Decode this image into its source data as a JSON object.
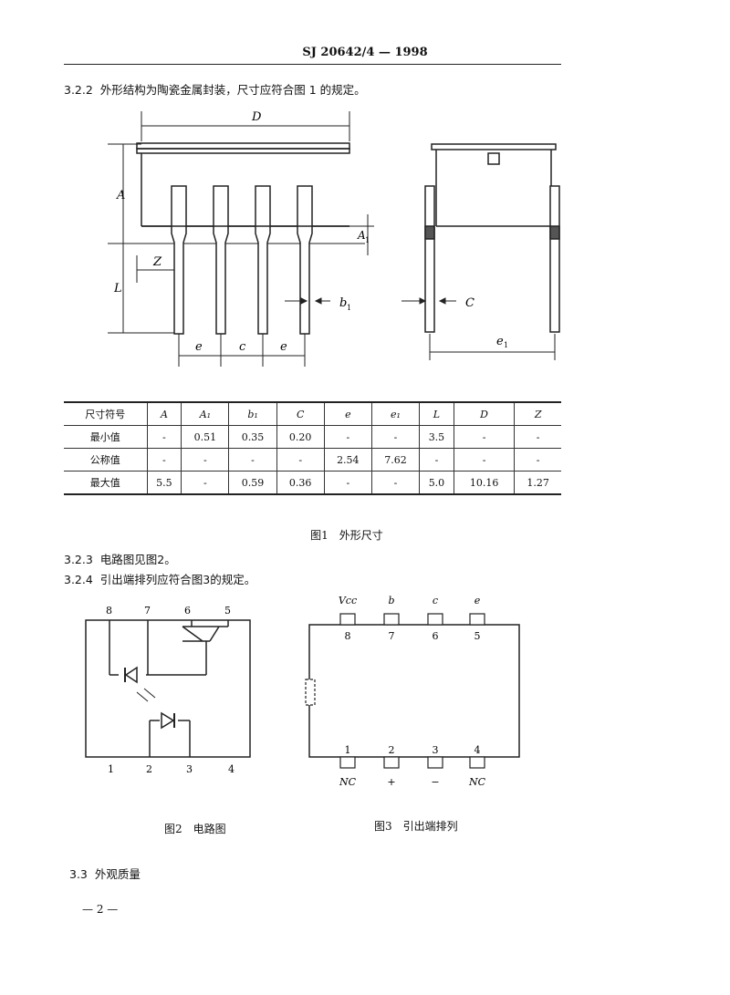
{
  "header": {
    "title": "SJ 20642/4 — 1998"
  },
  "sections": {
    "s322": {
      "num": "3.2.2",
      "text": "外形结构为陶瓷金属封装，尺寸应符合图 1 的规定。"
    },
    "s323": {
      "num": "3.2.3",
      "text": "电路图见图2。"
    },
    "s324": {
      "num": "3.2.4",
      "text": "引出端排列应符合图3的规定。"
    },
    "s33": {
      "num": "3.3",
      "text": "外观质量"
    }
  },
  "fig1": {
    "labels": {
      "D": "D",
      "A": "A",
      "A1": "A",
      "A1sub": "1",
      "Z": "Z",
      "L": "L",
      "b1": "b",
      "b1sub": "1",
      "C": "C",
      "e_left": "e",
      "c_mid": "c",
      "e_right": "e",
      "e1": "e",
      "e1sub": "1"
    },
    "caption": "图1　外形尺寸"
  },
  "table": {
    "header": [
      "尺寸符号",
      "A",
      "A₁",
      "b₁",
      "C",
      "e",
      "e₁",
      "L",
      "D",
      "Z"
    ],
    "rows": [
      [
        "最小值",
        "-",
        "0.51",
        "0.35",
        "0.20",
        "-",
        "-",
        "3.5",
        "-",
        "-"
      ],
      [
        "公称值",
        "-",
        "-",
        "-",
        "-",
        "2.54",
        "7.62",
        "-",
        "-",
        "-"
      ],
      [
        "最大值",
        "5.5",
        "-",
        "0.59",
        "0.36",
        "-",
        "-",
        "5.0",
        "10.16",
        "1.27"
      ]
    ]
  },
  "fig2": {
    "pins_top": [
      "8",
      "7",
      "6",
      "5"
    ],
    "pins_bottom": [
      "1",
      "2",
      "3",
      "4"
    ],
    "caption": "图2　电路图"
  },
  "fig3": {
    "top_nums": [
      "8",
      "7",
      "6",
      "5"
    ],
    "top_labels": [
      "Vcc",
      "b",
      "c",
      "e"
    ],
    "bottom_nums": [
      "1",
      "2",
      "3",
      "4"
    ],
    "bottom_labels": [
      "NC",
      "+",
      "−",
      "NC"
    ],
    "caption": "图3　引出端排列"
  },
  "footer": {
    "page": "— 2 —"
  }
}
